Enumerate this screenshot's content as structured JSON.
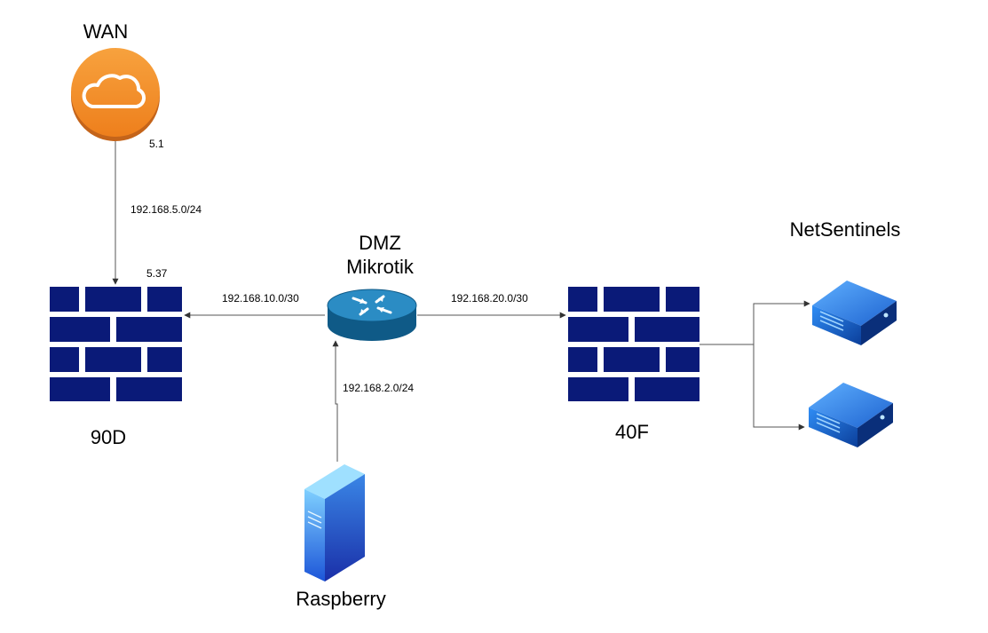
{
  "nodes": {
    "wan": {
      "label": "WAN",
      "icon": "cloud-icon",
      "color": "#f08a24"
    },
    "fw90d": {
      "label": "90D",
      "icon": "firewall-icon",
      "color": "#0a1a78"
    },
    "dmz": {
      "label_line1": "DMZ",
      "label_line2": "Mikrotik",
      "icon": "router-icon",
      "color": "#1a6fa0"
    },
    "fw40f": {
      "label": "40F",
      "icon": "firewall-icon",
      "color": "#0a1a78"
    },
    "raspberry": {
      "label": "Raspberry",
      "icon": "server-tower-icon",
      "color": "#2b7de0"
    },
    "netsentinels": {
      "label": "NetSentinels",
      "icon": "server-rack-icon",
      "color": "#1565c0"
    }
  },
  "links": {
    "wan_90d": {
      "subnet": "192.168.5.0/24",
      "wan_ip": "5.1",
      "fw_ip": "5.37"
    },
    "dmz_90d": {
      "subnet": "192.168.10.0/30"
    },
    "dmz_40f": {
      "subnet": "192.168.20.0/30"
    },
    "raspberry_dmz": {
      "subnet": "192.168.2.0/24"
    }
  }
}
